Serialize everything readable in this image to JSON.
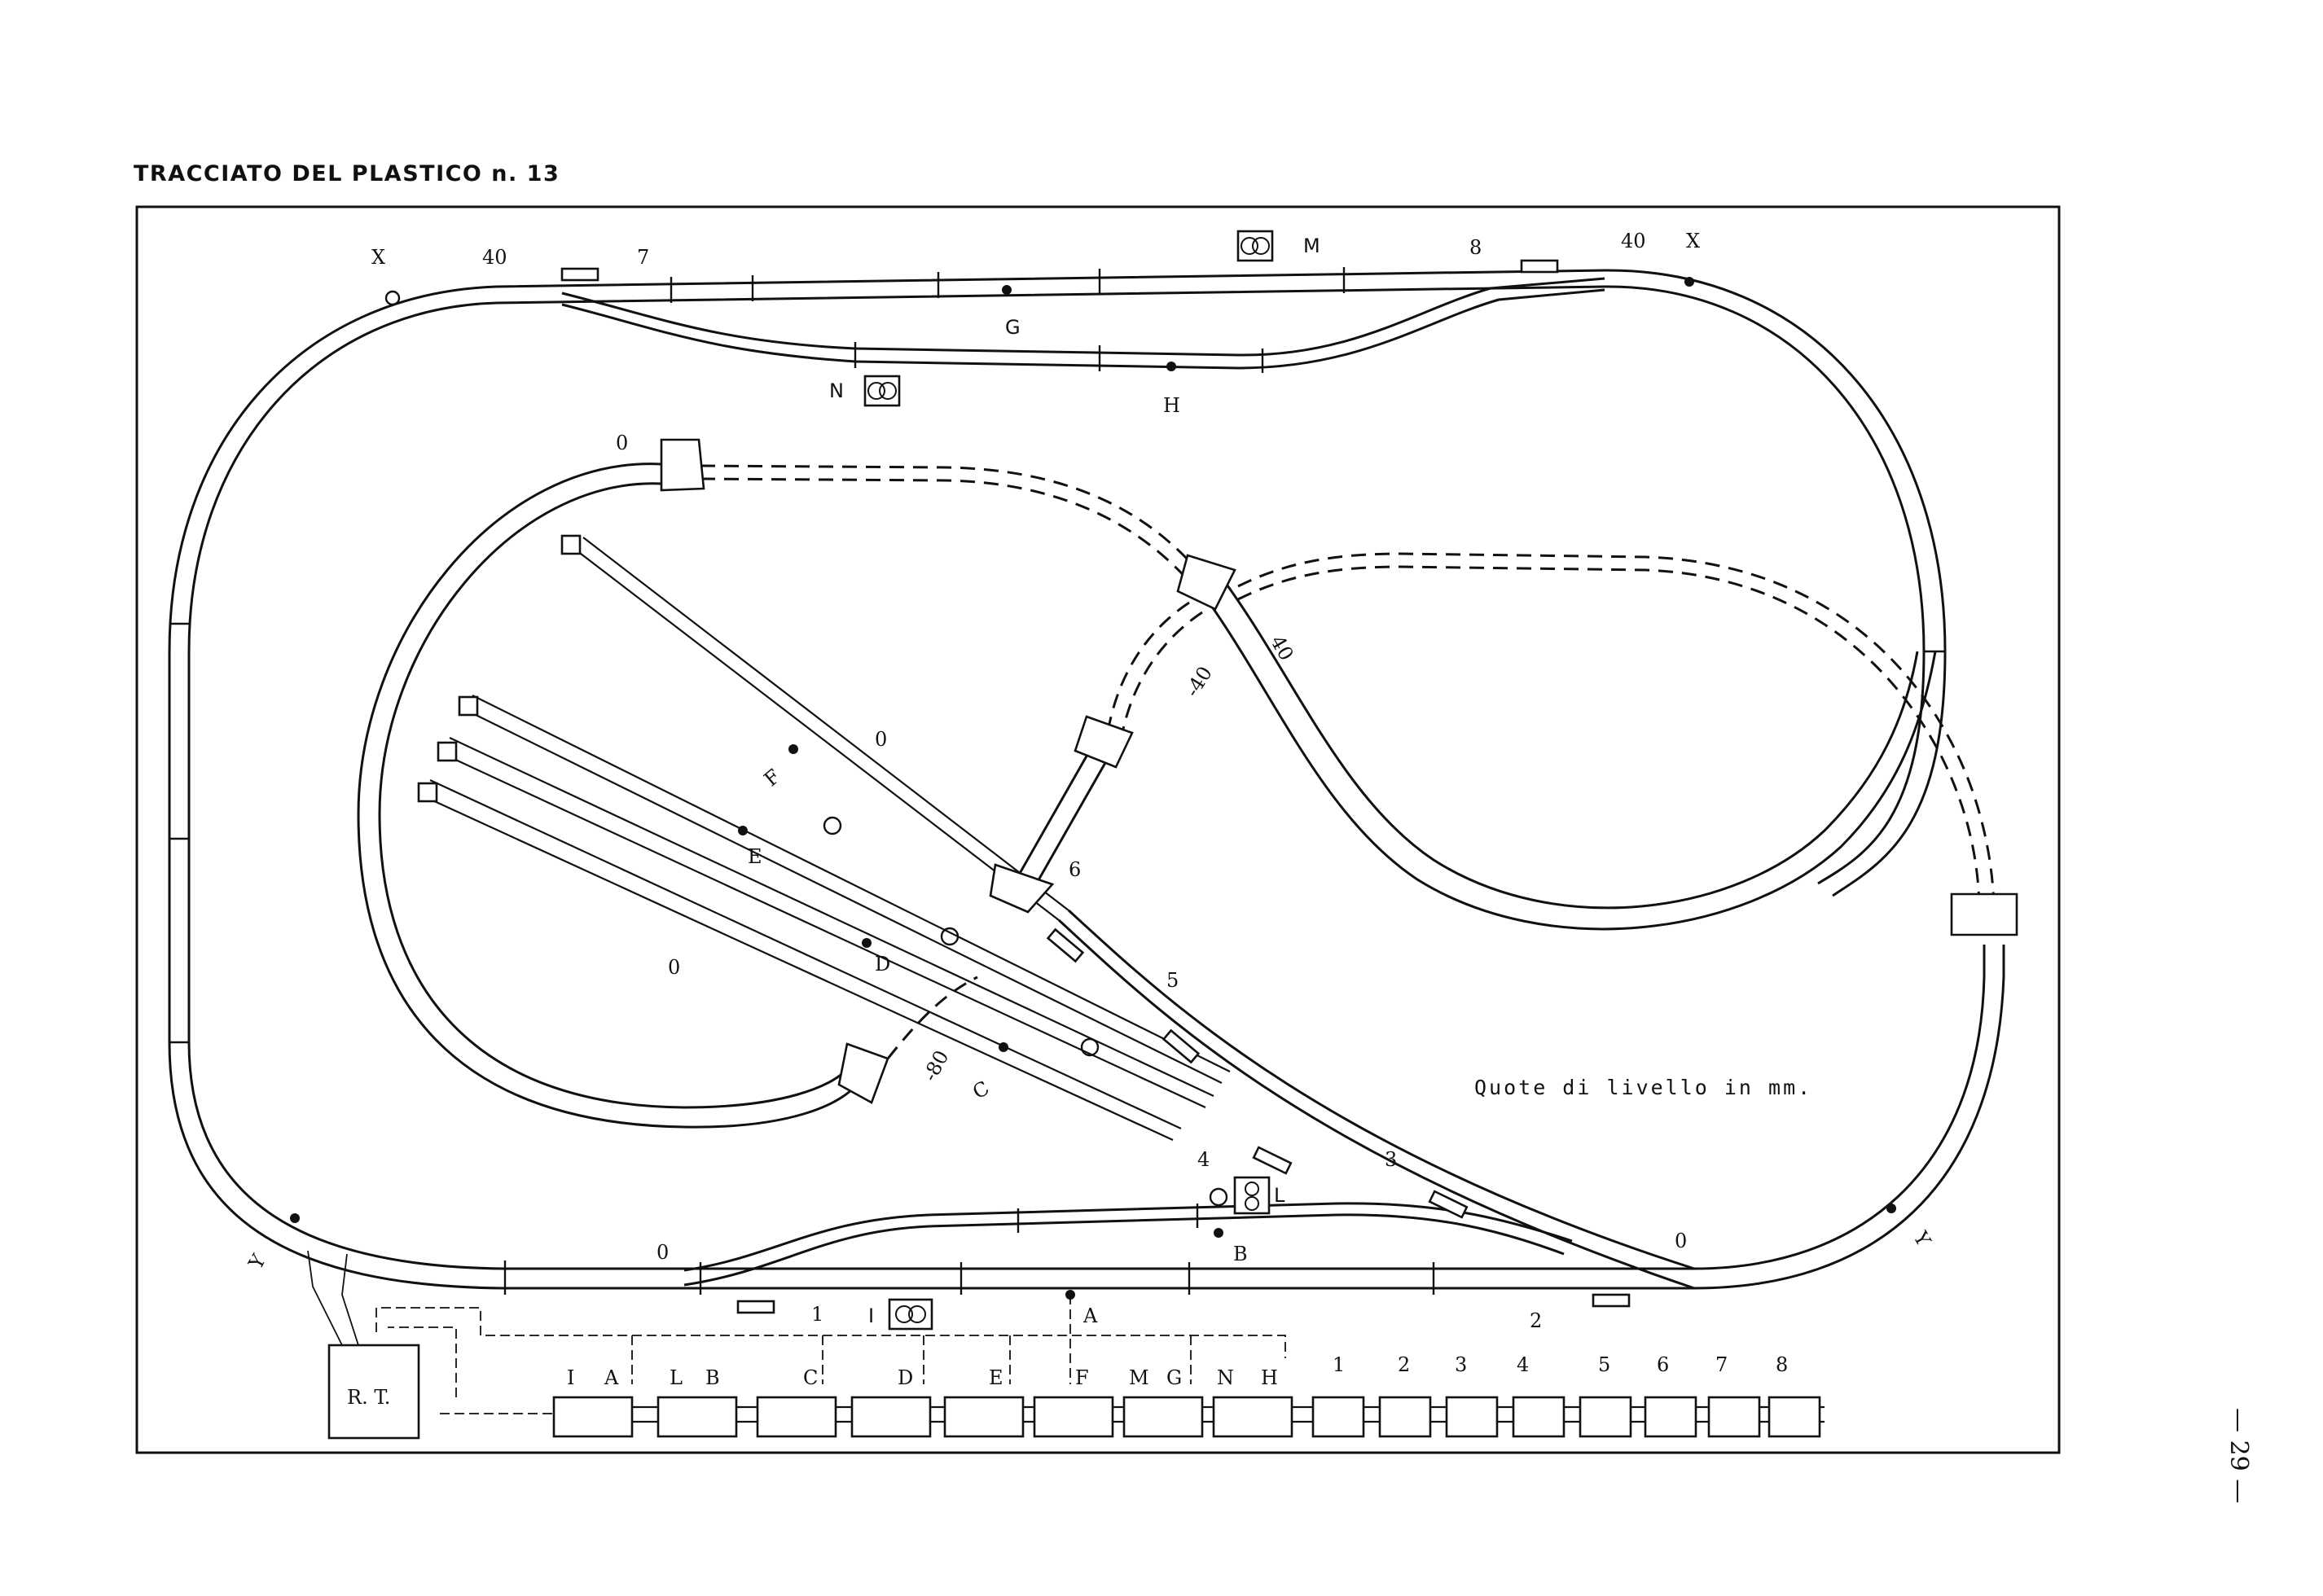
{
  "page": {
    "title": "TRACCIATO DEL PLASTICO n. 13",
    "page_number": "— 29 —"
  },
  "diagram": {
    "legend_note": "Quote di livello in mm.",
    "control_unit": "R. T.",
    "levels": {
      "top_left": "40",
      "top_right": "40",
      "inner_loop": "0",
      "yard_upper": "0",
      "yard_lower": "0",
      "bottom_left": "0",
      "bottom_right": "0",
      "ramp_upper": "40",
      "ramp_mid": "-40",
      "ramp_lower": "-80"
    },
    "section_markers": {
      "x_left": "X",
      "x_right": "X",
      "y_left": "Y",
      "y_right": "Y"
    },
    "signals": {
      "a": "A",
      "b": "B",
      "c": "C",
      "d": "D",
      "e": "E",
      "f": "F",
      "g": "G",
      "h": "H",
      "i": "I",
      "l": "L",
      "m": "M",
      "n": "N"
    },
    "turnouts": [
      "1",
      "2",
      "3",
      "4",
      "5",
      "6",
      "7",
      "8"
    ],
    "switch_panel_groups": [
      {
        "labels": [
          "I",
          "A"
        ]
      },
      {
        "labels": [
          "L",
          "B"
        ]
      },
      {
        "labels": [
          "C"
        ]
      },
      {
        "labels": [
          "D"
        ]
      },
      {
        "labels": [
          "E"
        ]
      },
      {
        "labels": [
          "F"
        ]
      },
      {
        "labels": [
          "M",
          "G"
        ]
      },
      {
        "labels": [
          "N",
          "H"
        ]
      }
    ],
    "turnout_panel_labels": [
      "1",
      "2",
      "3",
      "4",
      "5",
      "6",
      "7",
      "8"
    ]
  }
}
